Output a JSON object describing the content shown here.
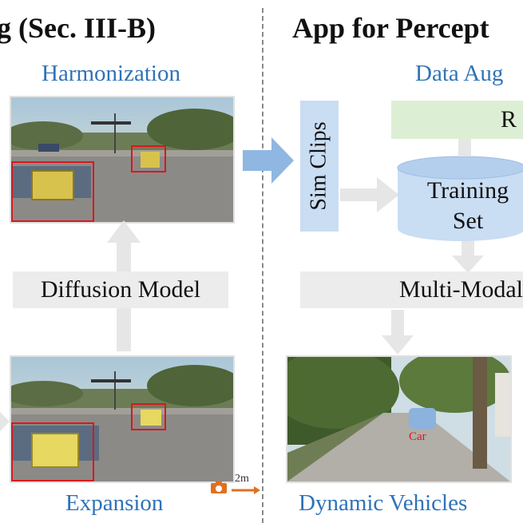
{
  "headings": {
    "left": "g (Sec. III-B)",
    "right": "App for Percept"
  },
  "left_panel": {
    "top_caption": "Harmonization",
    "middle_label": "Diffusion Model",
    "bottom_caption": "Expansion",
    "distance_label": "2m"
  },
  "right_panel": {
    "top_caption": "Data Aug",
    "sim_clips": "Sim Clips",
    "green_box_label": "R",
    "training_set_line1": "Training",
    "training_set_line2": "Set",
    "multimodal_label": "Multi-Modal",
    "car_label": "Car",
    "bottom_caption": "Dynamic Vehicles"
  },
  "colors": {
    "accent_blue": "#2f73b8",
    "box_red": "#e0141e",
    "arrow_blue": "#8fb7e2",
    "green_box": "#dcefd4",
    "cylinder_blue": "#c9ddf3",
    "gray_box": "#ececec",
    "orange_icon": "#e07020"
  }
}
